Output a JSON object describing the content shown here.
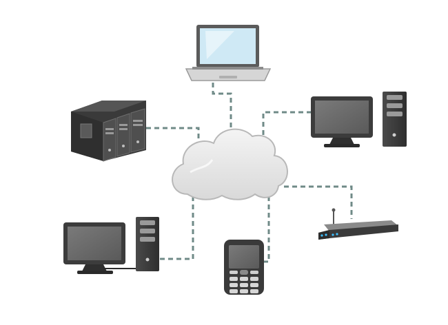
{
  "diagram": {
    "type": "network-topology",
    "center": {
      "name": "cloud",
      "icon": "cloud-icon"
    },
    "nodes": [
      {
        "name": "laptop",
        "icon": "laptop-icon"
      },
      {
        "name": "server-rack",
        "icon": "server-rack-icon"
      },
      {
        "name": "desktop-computer-right",
        "icon": "desktop-computer-icon"
      },
      {
        "name": "wireless-router",
        "icon": "router-icon"
      },
      {
        "name": "desktop-computer-left",
        "icon": "desktop-computer-icon"
      },
      {
        "name": "mobile-phone",
        "icon": "mobile-phone-icon"
      }
    ],
    "connections": [
      {
        "from": "laptop",
        "to": "cloud",
        "style": "dashed"
      },
      {
        "from": "server-rack",
        "to": "cloud",
        "style": "dashed"
      },
      {
        "from": "desktop-computer-right",
        "to": "cloud",
        "style": "dashed"
      },
      {
        "from": "wireless-router",
        "to": "cloud",
        "style": "dashed"
      },
      {
        "from": "desktop-computer-left",
        "to": "cloud",
        "style": "dashed"
      },
      {
        "from": "mobile-phone",
        "to": "cloud",
        "style": "dashed"
      }
    ],
    "colors": {
      "connector": "#6f8a87",
      "cloud_fill": "#e4e4e4",
      "cloud_stroke": "#b8b8b8",
      "device_dark": "#3c3c3c",
      "screen": "#6b6b6b",
      "laptop_screen": "#cfe9f5",
      "router_led": "#3ec0ff"
    }
  }
}
